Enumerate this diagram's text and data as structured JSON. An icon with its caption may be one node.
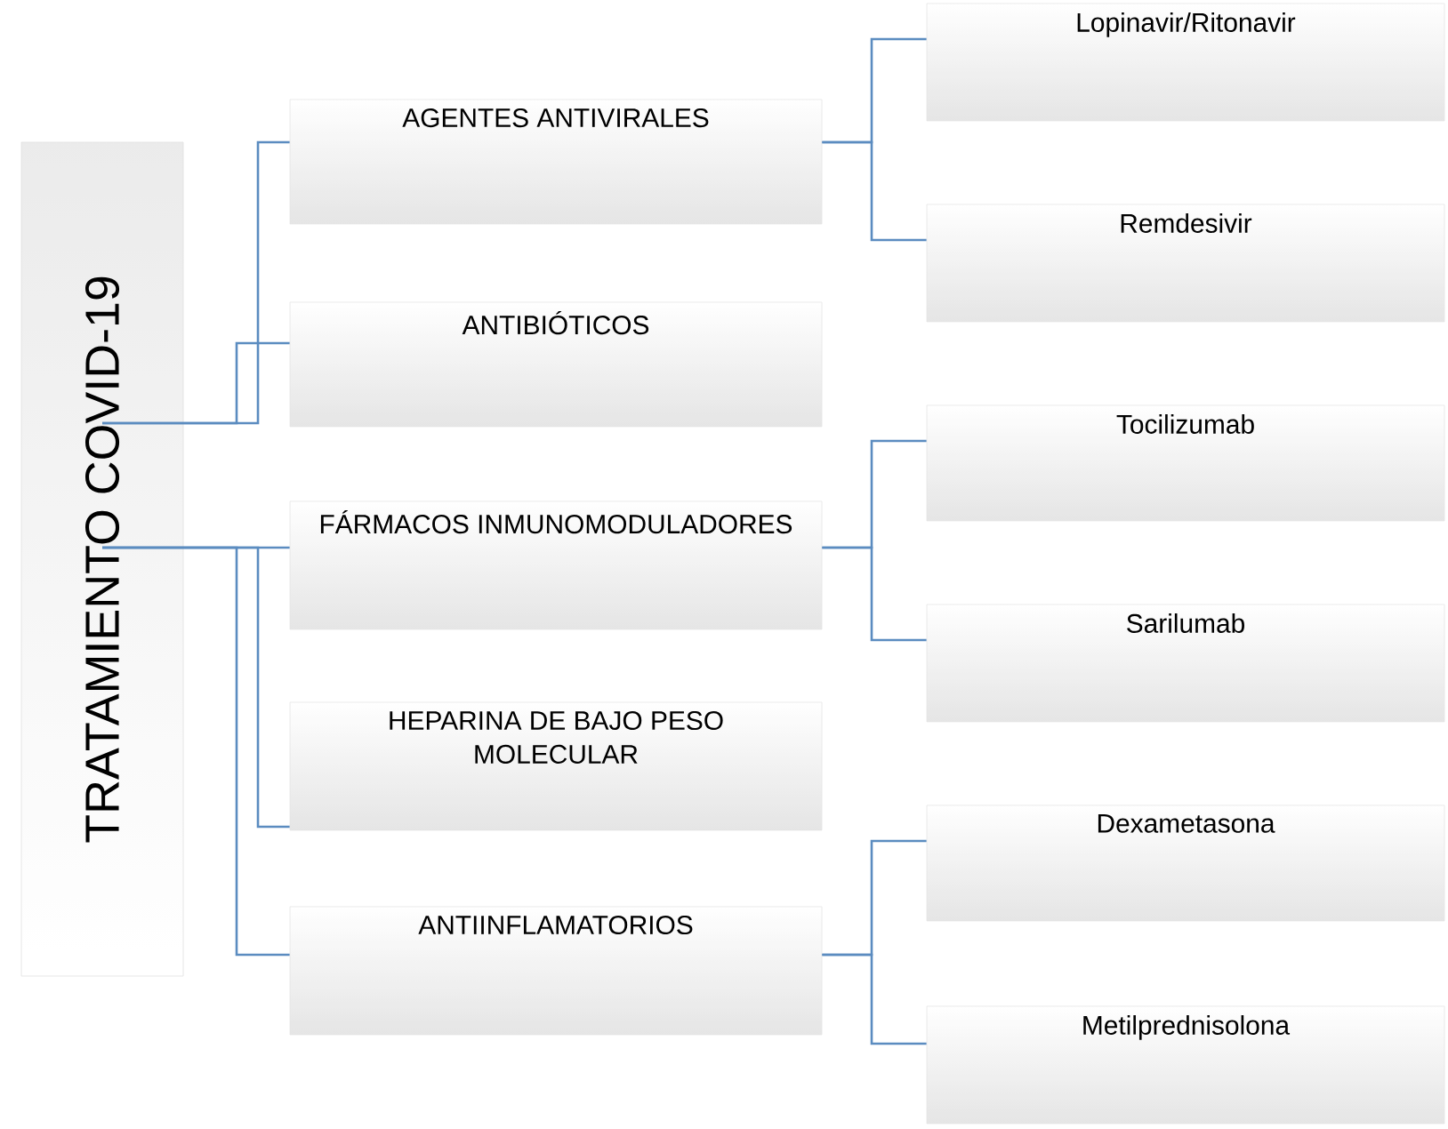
{
  "diagram": {
    "nodes": [
      {
        "text": [
          "TRATAMIENTO COVID-19"
        ]
      },
      {
        "text": [
          "AGENTES ANTIVIRALES"
        ]
      },
      {
        "text": [
          "ANTIBIÓTICOS"
        ]
      },
      {
        "text": [
          "FÁRMACOS INMUNOMODULADORES"
        ]
      },
      {
        "text": [
          "HEPARINA DE BAJO PESO MOLECULAR"
        ]
      },
      {
        "text": [
          "ANTIINFLAMATORIOS"
        ]
      },
      {
        "text": [
          "Lopinavir/Ritonavir"
        ]
      },
      {
        "text": [
          "Remdesivir"
        ]
      },
      {
        "text": [
          "Tocilizumab"
        ]
      },
      {
        "text": [
          "Sarilumab"
        ]
      },
      {
        "text": [
          "Dexametasona"
        ]
      },
      {
        "text": [
          "Metilprednisolona"
        ]
      }
    ],
    "edges": [
      {
        "from": 0,
        "to": 1,
        "arrow": "none"
      },
      {
        "from": 0,
        "to": 2,
        "arrow": "none"
      },
      {
        "from": 0,
        "to": 3,
        "arrow": "none"
      },
      {
        "from": 0,
        "to": 4,
        "arrow": "none"
      },
      {
        "from": 0,
        "to": 5,
        "arrow": "none"
      },
      {
        "from": 1,
        "to": 6,
        "arrow": "none"
      },
      {
        "from": 1,
        "to": 7,
        "arrow": "none"
      },
      {
        "from": 3,
        "to": 8,
        "arrow": "none"
      },
      {
        "from": 3,
        "to": 9,
        "arrow": "none"
      },
      {
        "from": 5,
        "to": 10,
        "arrow": "none"
      },
      {
        "from": 5,
        "to": 11,
        "arrow": "none"
      }
    ]
  }
}
